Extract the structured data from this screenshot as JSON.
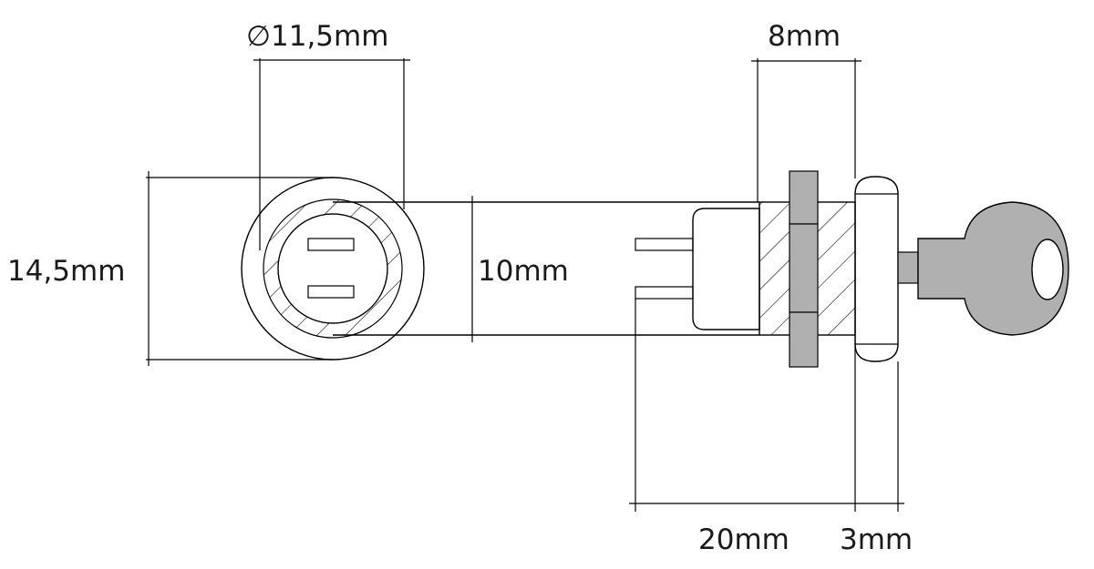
{
  "dimensions": {
    "diameter": "∅11,5mm",
    "body_length": "8mm",
    "outer_height": "14,5mm",
    "inner_height": "10mm",
    "overall_length": "20mm",
    "cap_length": "3mm"
  },
  "colors": {
    "line": "#000000",
    "metal_gray": "#b0b0b0",
    "background": "#ffffff"
  }
}
